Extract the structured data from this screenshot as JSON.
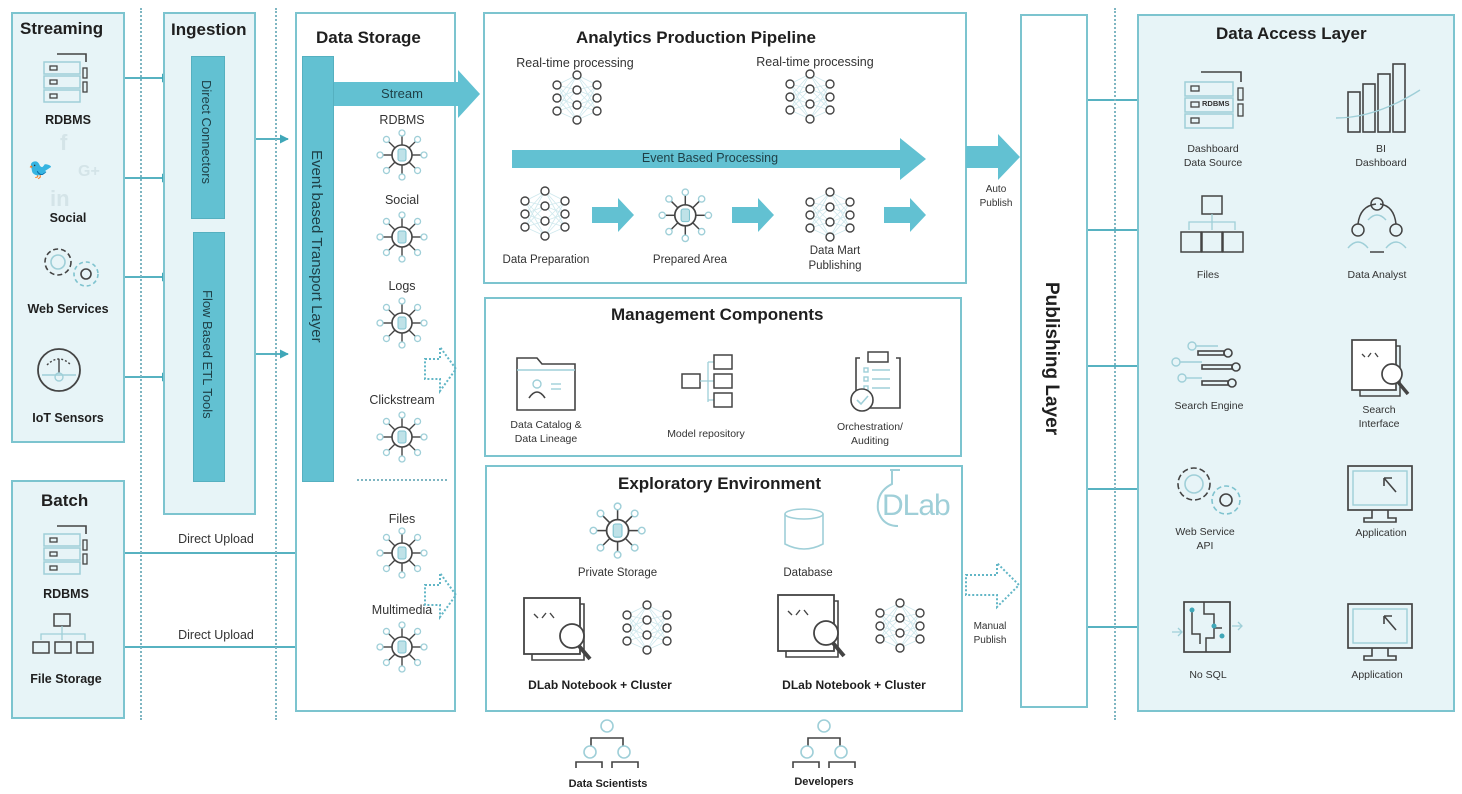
{
  "colors": {
    "accent": "#62c1d2",
    "arrow": "#3fa7b8",
    "border": "#7cc4cf",
    "panel_tint": "#e7f4f7",
    "icon_dark": "#3a3a3a"
  },
  "streaming": {
    "title": "Streaming",
    "items": [
      {
        "label": "RDBMS",
        "icon": "server-rack-icon"
      },
      {
        "label": "Social",
        "icon": "social-media-icon"
      },
      {
        "label": "Web Services",
        "icon": "gears-icon"
      },
      {
        "label": "IoT Sensors",
        "icon": "gauge-icon"
      }
    ]
  },
  "batch": {
    "title": "Batch",
    "items": [
      {
        "label": "RDBMS",
        "icon": "server-rack-icon"
      },
      {
        "label": "File Storage",
        "icon": "file-hierarchy-icon"
      }
    ]
  },
  "ingestion": {
    "title": "Ingestion",
    "bars": [
      "Direct Connectors",
      "Flow Based ETL Tools"
    ]
  },
  "direct_upload": [
    "Direct Upload",
    "Direct Upload"
  ],
  "data_storage": {
    "title": "Data Storage",
    "transport_layer": "Event based Transport Layer",
    "stream_label": "Stream",
    "items": [
      "RDBMS",
      "Social",
      "Logs",
      "Clickstream",
      "Files",
      "Multimedia"
    ]
  },
  "pipeline": {
    "title": "Analytics Production Pipeline",
    "realtime": [
      "Real-time processing",
      "Real-time processing"
    ],
    "event_processing": "Event Based Processing",
    "steps": [
      "Data Preparation",
      "Prepared Area",
      "Data Mart\nPublishing"
    ]
  },
  "management": {
    "title": "Management Components",
    "items": [
      "Data Catalog &\nData Lineage",
      "Model repository",
      "Orchestration/\nAuditing"
    ]
  },
  "exploratory": {
    "title": "Exploratory Environment",
    "logo": "DLab",
    "items": [
      "Private Storage",
      "Database"
    ],
    "notebooks": [
      "DLab Notebook + Cluster",
      "DLab Notebook + Cluster"
    ]
  },
  "users": [
    "Data Scientists",
    "Developers"
  ],
  "publish": {
    "auto": "Auto\nPublish",
    "manual": "Manual\nPublish",
    "layer": "Publishing Layer"
  },
  "data_access": {
    "title": "Data Access Layer",
    "rows": [
      {
        "source": "Dashboard\nData Source",
        "source_tag": "RDBMS",
        "target": "BI\nDashboard"
      },
      {
        "source": "Files",
        "target": "Data Analyst"
      },
      {
        "source": "Search Engine",
        "target": "Search\nInterface"
      },
      {
        "source": "Web Service\nAPI",
        "target": "Application"
      },
      {
        "source": "No SQL",
        "target": "Application"
      }
    ]
  }
}
